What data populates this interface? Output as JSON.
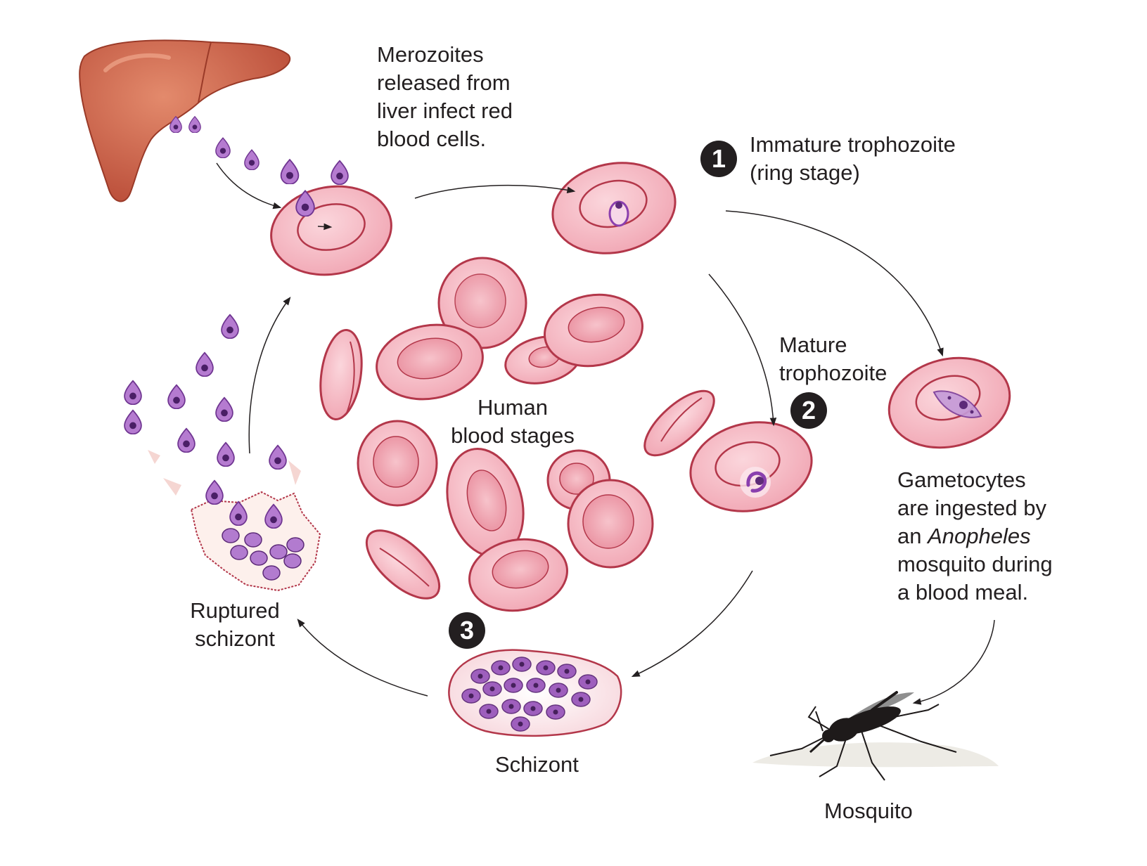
{
  "labels": {
    "merozoites": [
      "Merozoites",
      "released from",
      "liver infect red",
      "blood cells."
    ],
    "immature": [
      "Immature trophozoite",
      "(ring stage)"
    ],
    "mature": [
      "Mature",
      "trophozoite"
    ],
    "human_blood": [
      "Human",
      "blood stages"
    ],
    "gametocytes_pre": [
      "Gametocytes",
      "are ingested by"
    ],
    "gametocytes_an": "an ",
    "gametocytes_italic": "Anopheles",
    "gametocytes_post": [
      "mosquito during",
      "a blood meal."
    ],
    "ruptured": [
      "Ruptured",
      "schizont"
    ],
    "schizont": "Schizont",
    "mosquito": "Mosquito"
  },
  "badges": {
    "step1": "1",
    "step2": "2",
    "step3": "3"
  },
  "colors": {
    "cell_fill": "#f4b3bd",
    "cell_rim": "#b3374a",
    "parasite": "#a05bb8",
    "parasite_dark": "#5c2a78",
    "liver": "#c75a43",
    "mosquito": "#1e1a1a",
    "badge": "#231f20"
  }
}
